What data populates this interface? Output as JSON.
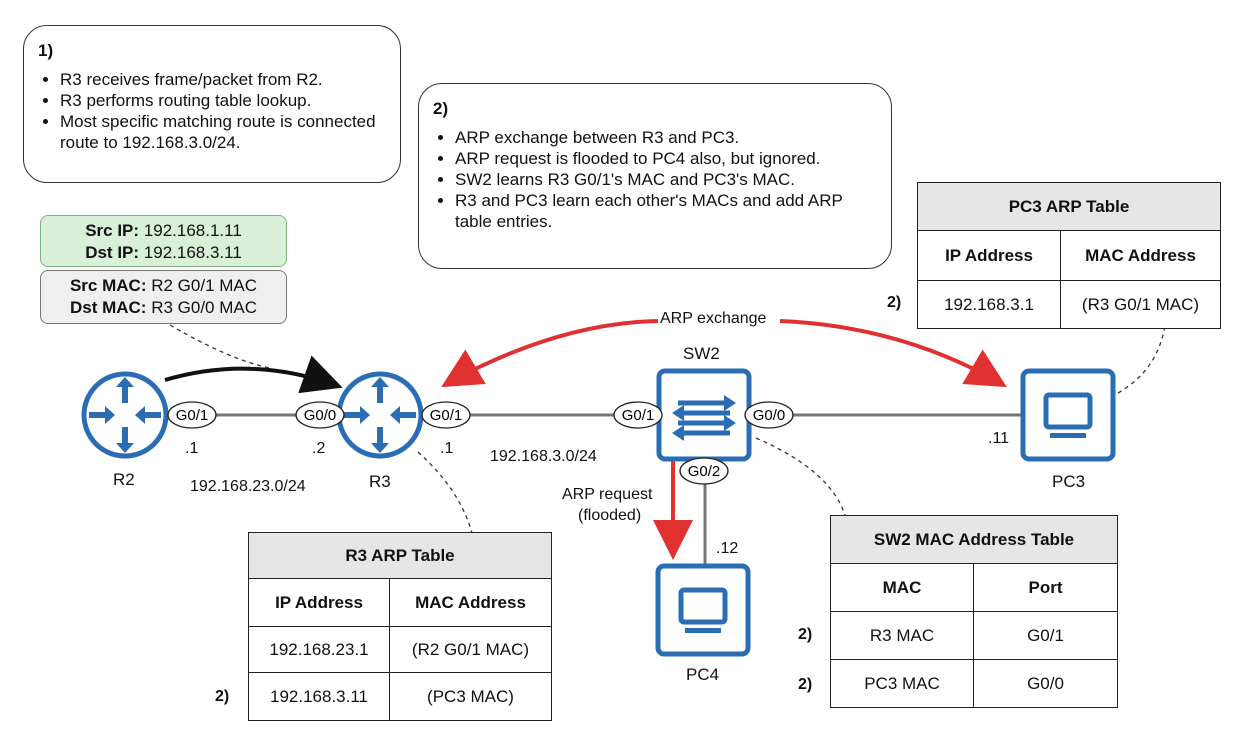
{
  "callout1": {
    "number": "1)",
    "items": [
      "R3 receives frame/packet from R2.",
      "R3 performs routing table lookup.",
      "Most specific matching route is connected route to 192.168.3.0/24."
    ]
  },
  "callout2": {
    "number": "2)",
    "items": [
      "ARP exchange between R3 and PC3.",
      "ARP request is flooded to PC4 also, but ignored.",
      "SW2 learns R3 G0/1's MAC and PC3's MAC.",
      "R3 and PC3 learn each other's MACs and add ARP table entries."
    ]
  },
  "packet": {
    "src_ip_label": "Src IP:",
    "src_ip": "192.168.1.11",
    "dst_ip_label": "Dst IP:",
    "dst_ip": "192.168.3.11",
    "src_mac_label": "Src MAC:",
    "src_mac": "R2 G0/1 MAC",
    "dst_mac_label": "Dst MAC:",
    "dst_mac": "R3 G0/0 MAC"
  },
  "devices": {
    "r2": "R2",
    "r3": "R3",
    "sw2": "SW2",
    "pc3": "PC3",
    "pc4": "PC4"
  },
  "interfaces": {
    "r2_g01": "G0/1",
    "r3_g00": "G0/0",
    "r3_g01": "G0/1",
    "sw2_g01": "G0/1",
    "sw2_g00": "G0/0",
    "sw2_g02": "G0/2"
  },
  "addresses": {
    "r2_host": ".1",
    "r3_host_left": ".2",
    "r3_host_right": ".1",
    "pc3_host": ".11",
    "pc4_host": ".12",
    "subnet_left": "192.168.23.0/24",
    "subnet_right": "192.168.3.0/24"
  },
  "arrows": {
    "arp_exchange": "ARP exchange",
    "arp_request_line1": "ARP request",
    "arp_request_line2": "(flooded)"
  },
  "pc3_arp_table": {
    "title": "PC3 ARP Table",
    "headers": [
      "IP Address",
      "MAC Address"
    ],
    "rows": [
      {
        "step": "2)",
        "ip": "192.168.3.1",
        "mac": "(R3 G0/1 MAC)"
      }
    ]
  },
  "r3_arp_table": {
    "title": "R3 ARP Table",
    "headers": [
      "IP Address",
      "MAC Address"
    ],
    "rows": [
      {
        "step": "",
        "ip": "192.168.23.1",
        "mac": "(R2 G0/1 MAC)"
      },
      {
        "step": "2)",
        "ip": "192.168.3.11",
        "mac": "(PC3 MAC)"
      }
    ]
  },
  "sw2_mac_table": {
    "title": "SW2 MAC Address Table",
    "headers": [
      "MAC",
      "Port"
    ],
    "rows": [
      {
        "step": "2)",
        "mac": "R3 MAC",
        "port": "G0/1"
      },
      {
        "step": "2)",
        "mac": "PC3 MAC",
        "port": "G0/0"
      }
    ]
  },
  "colors": {
    "device_blue": "#2a6db5",
    "arrow_red": "#e03030",
    "packet_green": "#d8efd8",
    "packet_gray": "#efefef",
    "table_header": "#e6e6e6"
  }
}
